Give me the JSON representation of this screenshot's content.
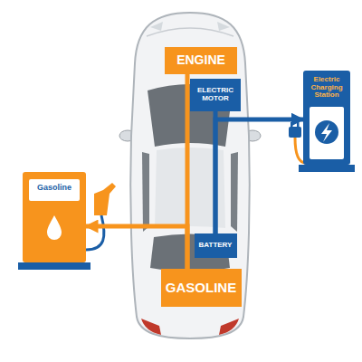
{
  "diagram": {
    "nodes": [
      {
        "text": [
          "ENGINE"
        ]
      },
      {
        "text": [
          "ELECTRIC MOTOR"
        ]
      },
      {
        "text": [
          "Electric Charging Station"
        ]
      },
      {
        "text": [
          "Gasoline"
        ]
      },
      {
        "text": [
          "BATTERY"
        ]
      },
      {
        "text": [
          "GASOLINE"
        ]
      }
    ],
    "edges": [
      {
        "from": 0,
        "to": 5,
        "arrow": "none"
      },
      {
        "from": 1,
        "to": 4,
        "arrow": "none"
      },
      {
        "from": 5,
        "to": 3,
        "arrow": "to"
      },
      {
        "from": 4,
        "to": 2,
        "arrow": "to"
      }
    ]
  }
}
